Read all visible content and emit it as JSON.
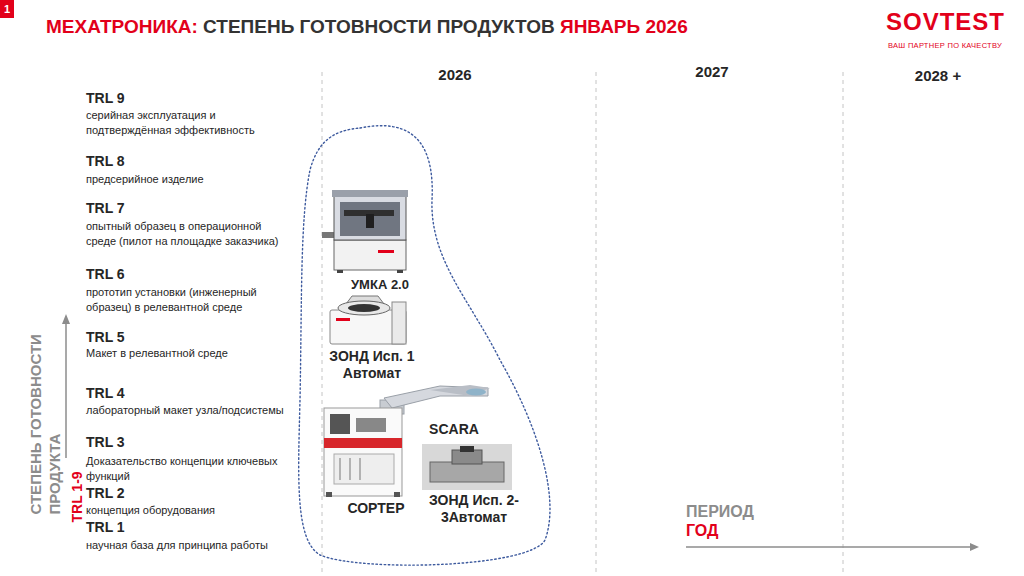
{
  "diagram": {
    "title": "МЕХАТРОНИКА: СТЕПЕНЬ ГОТОВНОСТИ ПРОДУКТОВ ЯНВАРЬ 2026",
    "nodes": [
      {
        "text": [
          "1"
        ]
      }
    ],
    "labels": [
      "SOVTEST",
      "ВАШ ПАРТНЕР ПО КАЧЕСТВУ",
      "2026",
      "2027",
      "2028 +",
      "TRL 9",
      "серийная эксплуатация и подтверждённая эффективность",
      "TRL 8",
      "предсерийное изделие",
      "TRL 7",
      "опытный образец в операционной среде (пилот на площадке заказчика)",
      "TRL 6",
      "прототип установки (инженерный образец) в релевантной среде",
      "TRL 5",
      "Макет в релевантной среде",
      "TRL 4",
      "лабораторный макет узла/подсистемы",
      "TRL 3",
      "Доказательство концепции ключевых функций",
      "TRL 2",
      "концепция оборудования",
      "TRL 1",
      "научная база для принципа работы",
      "УМКА 2.0",
      "ЗОНД Исп. 1 Автомат",
      "SCARA",
      "СОРТЕР",
      "ЗОНД Исп. 2-3Автомат",
      "СТЕПЕНЬ ГОТОВНОСТИ ПРОДУКТА",
      "TRL 1-9",
      "ПЕРИОД",
      "ГОД"
    ]
  }
}
